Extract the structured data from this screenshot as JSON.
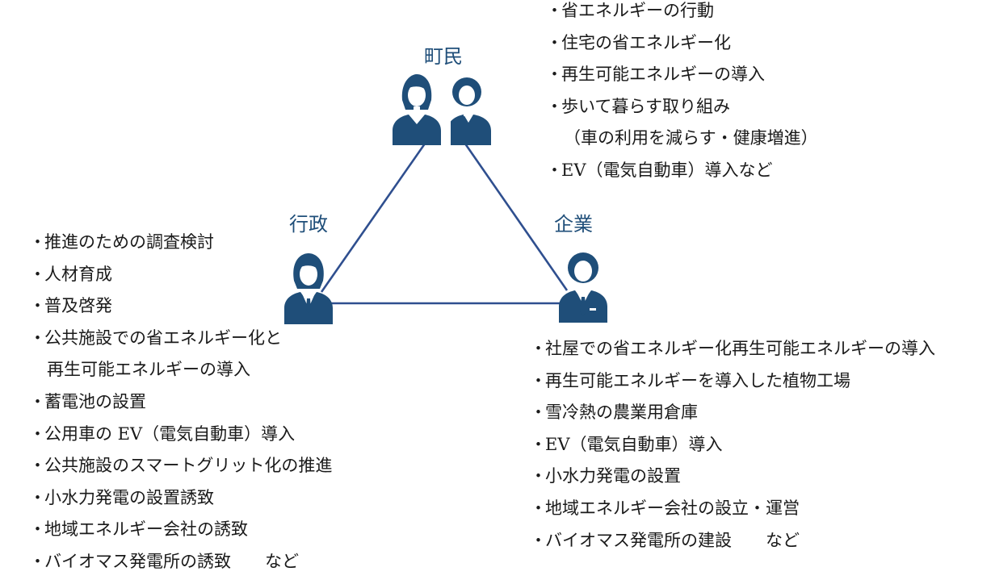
{
  "nodes": {
    "residents": {
      "label": "町民",
      "icon": "residents-icon",
      "items": [
        {
          "text": "省エネルギーの行動",
          "bullet": true
        },
        {
          "text": "住宅の省エネルギー化",
          "bullet": true
        },
        {
          "text": "再生可能エネルギーの導入",
          "bullet": true
        },
        {
          "text": "歩いて暮らす取り組み",
          "bullet": true
        },
        {
          "text": "（車の利用を減らす・健康増進）",
          "bullet": false
        },
        {
          "text": "EV（電気自動車）導入など",
          "bullet": true
        }
      ]
    },
    "government": {
      "label": "行政",
      "icon": "government-staff-icon",
      "items": [
        {
          "text": "推進のための調査検討",
          "bullet": true
        },
        {
          "text": "人材育成",
          "bullet": true
        },
        {
          "text": "普及啓発",
          "bullet": true
        },
        {
          "text": "公共施設での省エネルギー化と",
          "bullet": true
        },
        {
          "text": "再生可能エネルギーの導入",
          "bullet": false
        },
        {
          "text": "蓄電池の設置",
          "bullet": true
        },
        {
          "text": "公用車の EV（電気自動車）導入",
          "bullet": true
        },
        {
          "text": "公共施設のスマートグリット化の推進",
          "bullet": true
        },
        {
          "text": "小水力発電の設置誘致",
          "bullet": true
        },
        {
          "text": "地域エネルギー会社の誘致",
          "bullet": true
        },
        {
          "text": "バイオマス発電所の誘致　　など",
          "bullet": true
        }
      ]
    },
    "business": {
      "label": "企業",
      "icon": "businessman-icon",
      "items": [
        {
          "text": "社屋での省エネルギー化再生可能エネルギーの導入",
          "bullet": true
        },
        {
          "text": "再生可能エネルギーを導入した植物工場",
          "bullet": true
        },
        {
          "text": "雪冷熱の農業用倉庫",
          "bullet": true
        },
        {
          "text": "EV（電気自動車）導入",
          "bullet": true
        },
        {
          "text": "小水力発電の設置",
          "bullet": true
        },
        {
          "text": "地域エネルギー会社の設立・運営",
          "bullet": true
        },
        {
          "text": "バイオマス発電所の建設　　など",
          "bullet": true
        }
      ]
    }
  },
  "bullet_char": "・",
  "colors": {
    "icon": "#1f4e79",
    "line": "#2f4f8f",
    "label": "#1f4e79"
  }
}
